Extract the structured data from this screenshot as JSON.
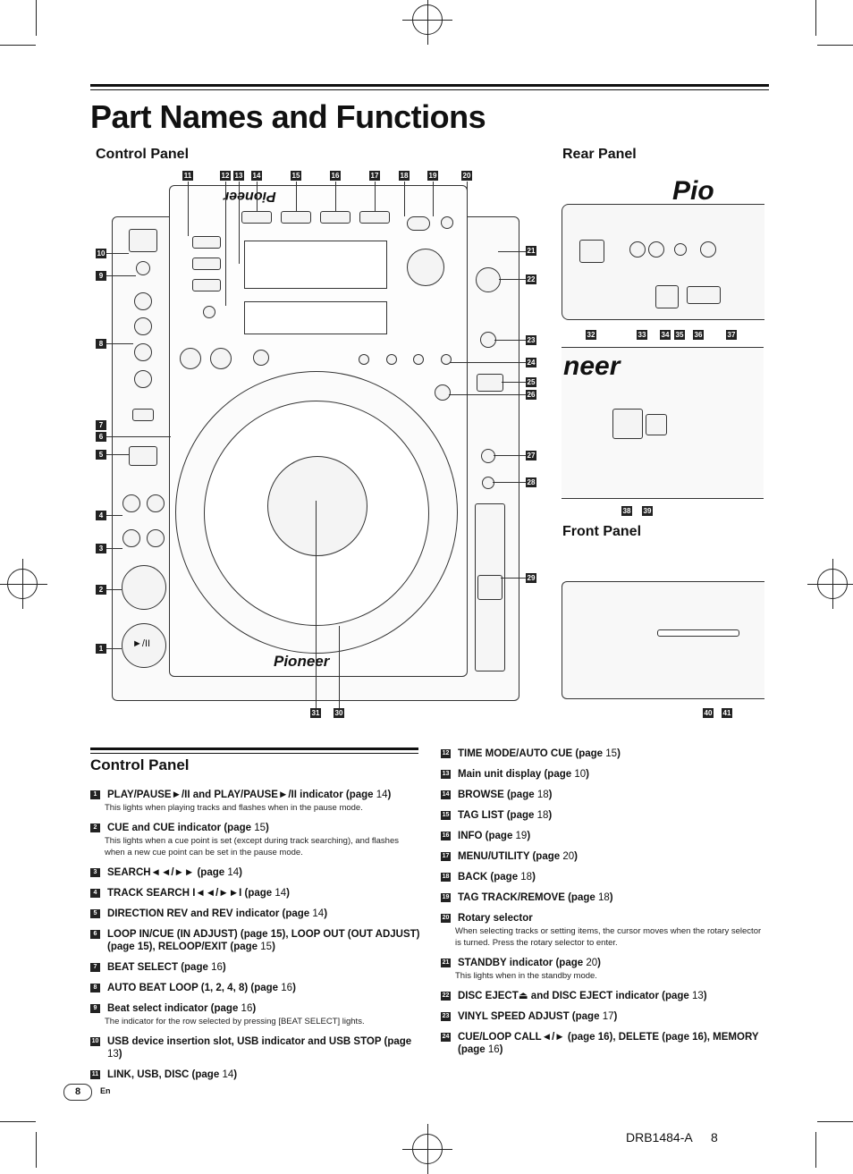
{
  "page": {
    "title": "Part Names and Functions",
    "section_control_panel": "Control Panel",
    "section_rear_panel": "Rear Panel",
    "section_front_panel": "Front Panel",
    "list_heading": "Control Panel",
    "page_number": "8",
    "language": "En",
    "doc_code": "DRB1484-A",
    "doc_page": "8"
  },
  "diagram": {
    "brand": "Pioneer",
    "play_pause_symbol": "►/II",
    "callouts_top": [
      "11",
      "12",
      "13",
      "14",
      "15",
      "16",
      "17",
      "18",
      "19",
      "20"
    ],
    "callouts_left": [
      "10",
      "9",
      "8",
      "7",
      "6",
      "5",
      "4",
      "3",
      "2",
      "1"
    ],
    "callouts_right": [
      "21",
      "22",
      "23",
      "24",
      "25",
      "26",
      "27",
      "28",
      "29"
    ],
    "callouts_bottom": [
      "31",
      "30"
    ],
    "callouts_rear": [
      "32",
      "33",
      "34",
      "35",
      "36",
      "37"
    ],
    "callouts_rear2": [
      "38",
      "39"
    ],
    "callouts_front": [
      "40",
      "41"
    ]
  },
  "items_left": [
    {
      "n": "1",
      "label": "PLAY/PAUSE►/II and PLAY/PAUSE►/II indicator (page ",
      "page": "14",
      "close": ")",
      "desc": "This lights when playing tracks and flashes when in the pause mode."
    },
    {
      "n": "2",
      "label": "CUE and CUE indicator (page ",
      "page": "15",
      "close": ")",
      "desc": "This lights when a cue point is set (except during track searching), and flashes when a new cue point can be set in the pause mode."
    },
    {
      "n": "3",
      "label": "SEARCH◄◄/►► (page ",
      "page": "14",
      "close": ")",
      "desc": ""
    },
    {
      "n": "4",
      "label": "TRACK SEARCH I◄◄/►►I (page ",
      "page": "14",
      "close": ")",
      "desc": ""
    },
    {
      "n": "5",
      "label": "DIRECTION REV and REV indicator (page ",
      "page": "14",
      "close": ")",
      "desc": ""
    },
    {
      "n": "6",
      "label": "LOOP IN/CUE (IN ADJUST) (page 15), LOOP OUT (OUT ADJUST) (page 15), RELOOP/EXIT (page ",
      "page": "15",
      "close": ")",
      "desc": ""
    },
    {
      "n": "7",
      "label": "BEAT SELECT (page ",
      "page": "16",
      "close": ")",
      "desc": ""
    },
    {
      "n": "8",
      "label": "AUTO BEAT LOOP (1, 2, 4, 8) (page ",
      "page": "16",
      "close": ")",
      "desc": ""
    },
    {
      "n": "9",
      "label": "Beat select indicator (page ",
      "page": "16",
      "close": ")",
      "desc": "The indicator for the row selected by pressing [BEAT SELECT] lights."
    },
    {
      "n": "10",
      "label": "USB device insertion slot, USB indicator and USB STOP (page ",
      "page": "13",
      "close": ")",
      "desc": ""
    },
    {
      "n": "11",
      "label": "LINK, USB, DISC (page ",
      "page": "14",
      "close": ")",
      "desc": ""
    }
  ],
  "items_right": [
    {
      "n": "12",
      "label": "TIME MODE/AUTO CUE (page ",
      "page": "15",
      "close": ")",
      "desc": ""
    },
    {
      "n": "13",
      "label": "Main unit display (page ",
      "page": "10",
      "close": ")",
      "desc": ""
    },
    {
      "n": "14",
      "label": "BROWSE (page ",
      "page": "18",
      "close": ")",
      "desc": ""
    },
    {
      "n": "15",
      "label": "TAG LIST (page ",
      "page": "18",
      "close": ")",
      "desc": ""
    },
    {
      "n": "16",
      "label": "INFO (page ",
      "page": "19",
      "close": ")",
      "desc": ""
    },
    {
      "n": "17",
      "label": "MENU/UTILITY (page ",
      "page": "20",
      "close": ")",
      "desc": ""
    },
    {
      "n": "18",
      "label": "BACK (page ",
      "page": "18",
      "close": ")",
      "desc": ""
    },
    {
      "n": "19",
      "label": "TAG TRACK/REMOVE (page ",
      "page": "18",
      "close": ")",
      "desc": ""
    },
    {
      "n": "20",
      "label": "Rotary selector",
      "page": "",
      "close": "",
      "desc": "When selecting tracks or setting items, the cursor moves when the rotary selector is turned. Press the rotary selector to enter."
    },
    {
      "n": "21",
      "label": "STANDBY indicator (page ",
      "page": "20",
      "close": ")",
      "desc": "This lights when in the standby mode."
    },
    {
      "n": "22",
      "label": "DISC EJECT⏏ and DISC EJECT indicator (page ",
      "page": "13",
      "close": ")",
      "desc": ""
    },
    {
      "n": "23",
      "label": "VINYL SPEED ADJUST (page ",
      "page": "17",
      "close": ")",
      "desc": ""
    },
    {
      "n": "24",
      "label": "CUE/LOOP CALL◄/► (page 16), DELETE (page 16), MEMORY (page ",
      "page": "16",
      "close": ")",
      "desc": ""
    }
  ]
}
